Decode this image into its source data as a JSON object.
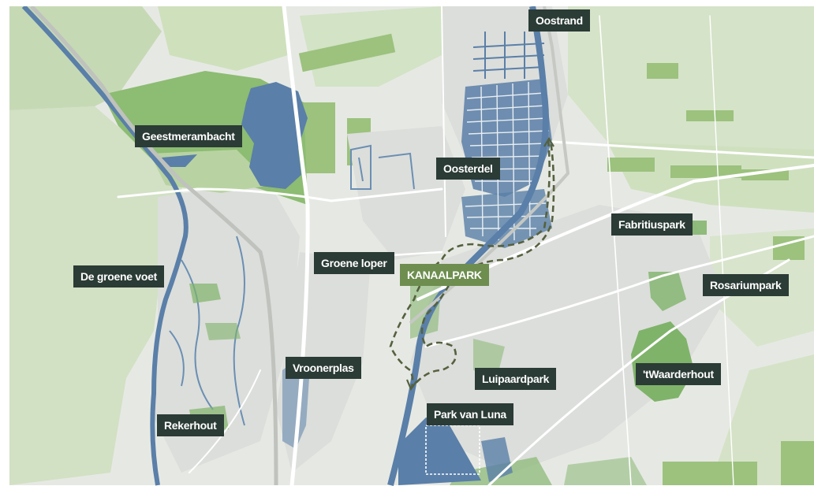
{
  "map": {
    "labels": {
      "oostrand": "Oostrand",
      "geestmerambacht": "Geestmerambacht",
      "oosterdel": "Oosterdel",
      "fabritiuspark": "Fabritiuspark",
      "de_groene_voet": "De groene voet",
      "groene_loper": "Groene loper",
      "kanaalpark": "KANAALPARK",
      "rosariumpark": "Rosariumpark",
      "vroonerplas": "Vroonerplas",
      "luipaardpark": "Luipaardpark",
      "twaarderhout": "'tWaarderhout",
      "rekerhout": "Rekerhout",
      "park_van_luna": "Park van Luna"
    },
    "colors": {
      "label_dark": "#2b3b36",
      "label_accent": "#6d8e4f",
      "water": "#5a7fa8",
      "park": "#7fb36a",
      "land": "#e8eae5",
      "route": "#55613f"
    }
  }
}
